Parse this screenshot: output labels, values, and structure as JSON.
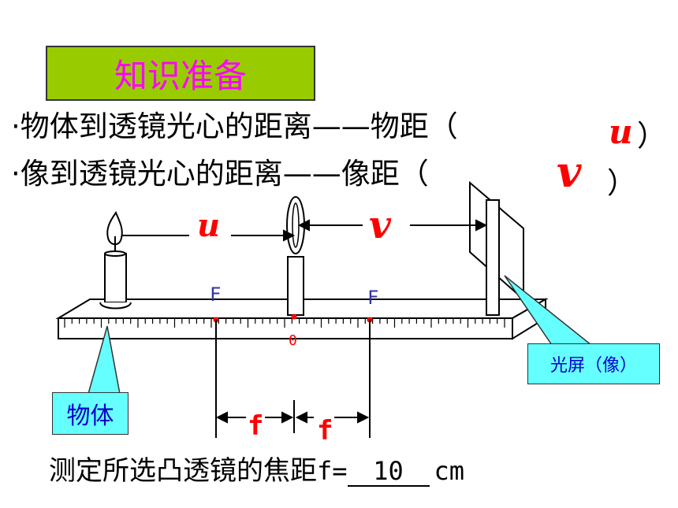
{
  "title": "知识准备",
  "line1": {
    "text": "·物体到透镜光心的距离——物距（",
    "var": "u",
    "close": "）"
  },
  "line2": {
    "text": "·像到透镜光心的距离——像距（",
    "var": "v",
    "close": "）"
  },
  "diagram": {
    "label_u": "u",
    "label_v": "v",
    "focal_left": "F",
    "focal_right": "F",
    "origin": "0",
    "label_f_left": "f",
    "label_f_right": "f"
  },
  "callouts": {
    "object": "物体",
    "screen": "光屏（像）"
  },
  "bottom": {
    "text": "测定所选凸透镜的焦距",
    "eq": "f=",
    "value": "10",
    "unit": "cm"
  },
  "colors": {
    "title_bg": "#99cc00",
    "title_text": "#ff00ff",
    "var": "#ff0000",
    "callout_bg": "#66ffff",
    "focal": "#3333aa",
    "mark": "#ff0000"
  }
}
